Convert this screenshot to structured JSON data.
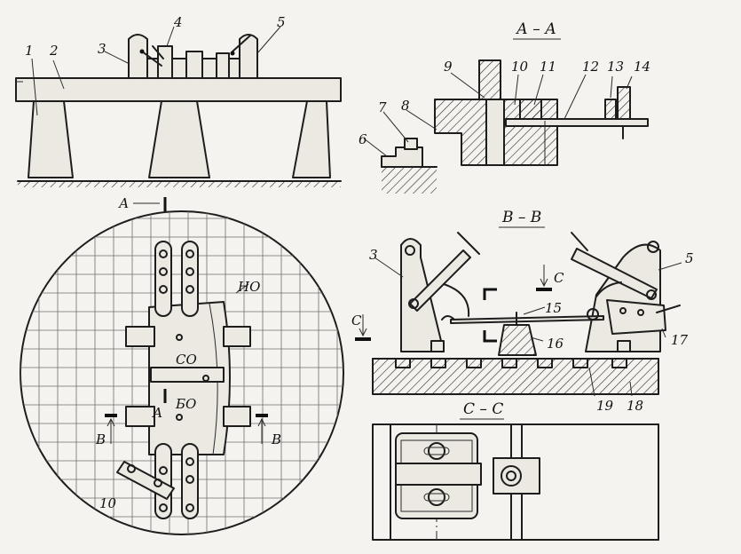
{
  "labels": {
    "n1": "1",
    "n2": "2",
    "n3": "3",
    "n4": "4",
    "n5": "5",
    "n6": "6",
    "n7": "7",
    "n8": "8",
    "n9": "9",
    "n10": "10",
    "n11": "11",
    "n12": "12",
    "n13": "13",
    "n14": "14",
    "n15": "15",
    "n16": "16",
    "n17": "17",
    "n18": "18",
    "n19": "19",
    "n3b": "3",
    "n5b": "5",
    "n10b": "10"
  },
  "sections": {
    "aa": "А – А",
    "bb": "В – В",
    "cc": "С – С"
  },
  "markers": {
    "a_top": "А",
    "a_mid": "А",
    "b_left": "В",
    "b_right": "В",
    "c_left": "С",
    "c_mid": "С"
  },
  "plan_labels": {
    "no": "НО",
    "so": "СО",
    "bo": "БО"
  }
}
